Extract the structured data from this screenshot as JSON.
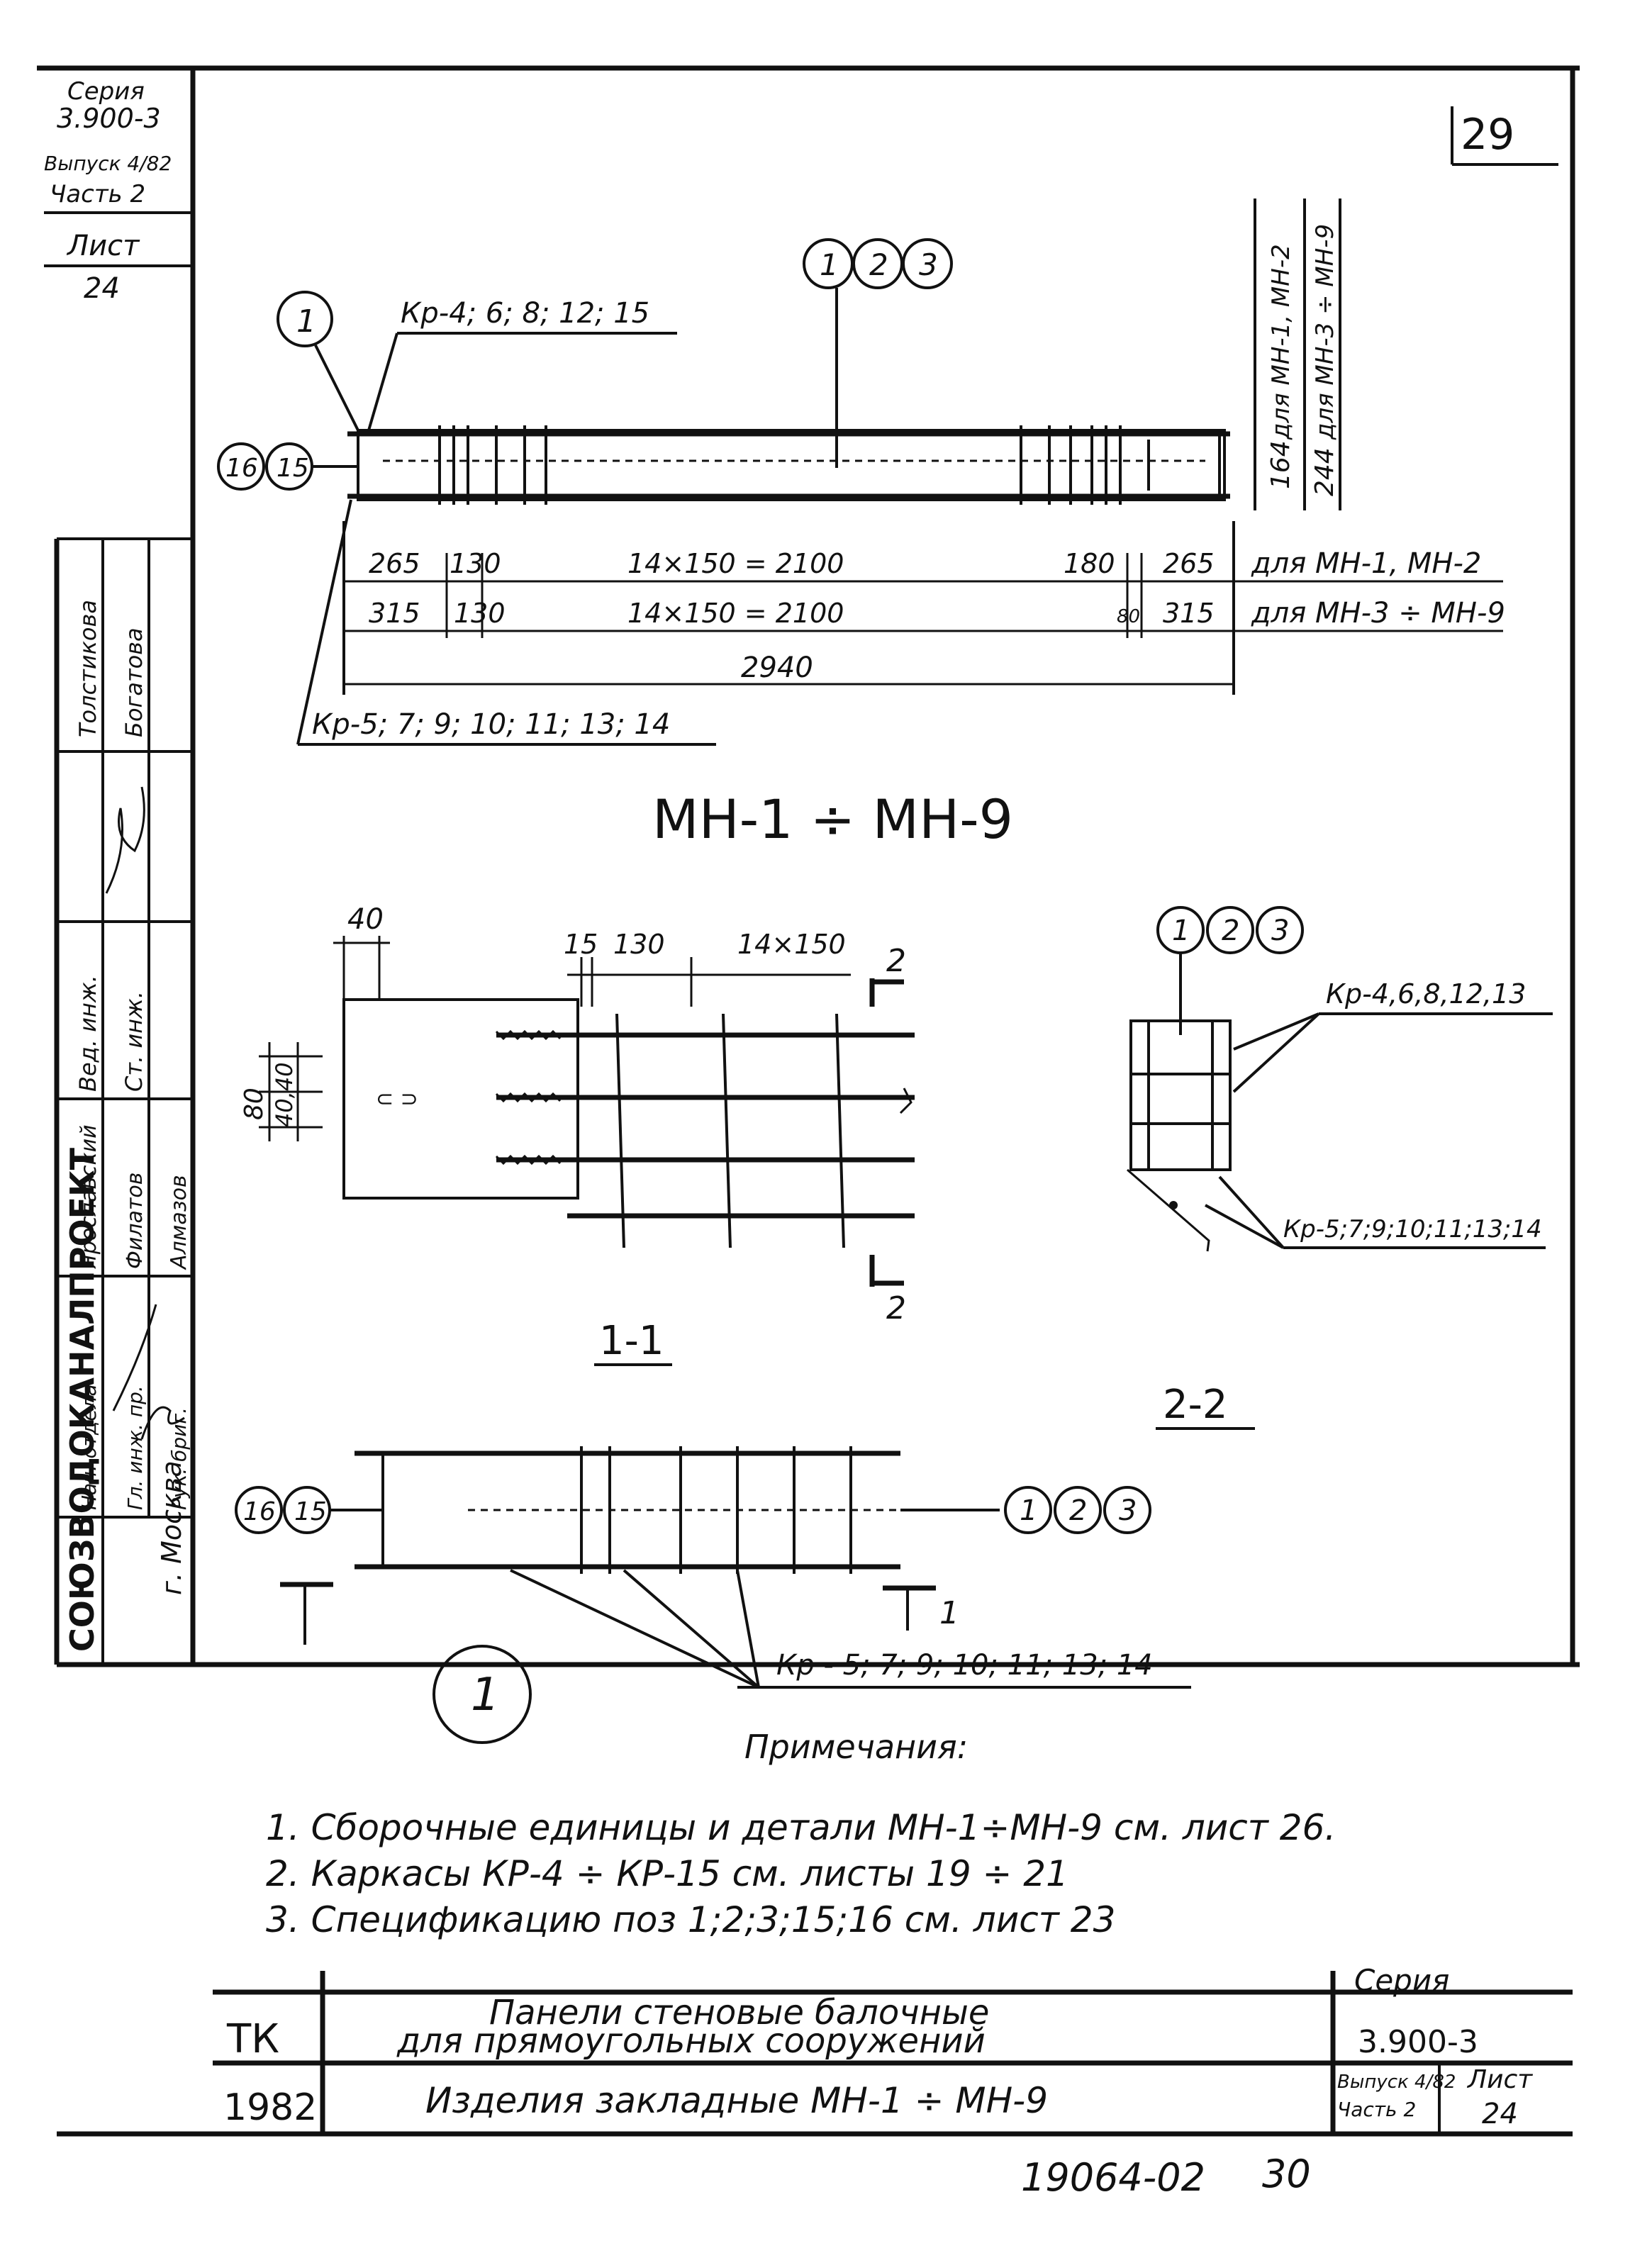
{
  "sheet_number": "29",
  "stamp": {
    "series_label": "Серия",
    "series_value": "3.900-3",
    "issue": "Выпуск 4/82",
    "part": "Часть 2",
    "sheet_label": "Лист",
    "sheet_value": "24"
  },
  "sidebar": {
    "names_1": [
      "Толстикова",
      "Богатова"
    ],
    "roles": [
      "Вед. инж.",
      "Ст. инж."
    ],
    "names_2": [
      "Ярославский",
      "Филатов",
      "Алмазов"
    ],
    "roles_2": [
      "Нач. отдела",
      "Гл. инж. пр.",
      "Рук. бриг."
    ],
    "org": "СОЮЗВОДОКАНАЛПРОЕКТ",
    "city": "г. Москва"
  },
  "top_view": {
    "callout_left": "1",
    "callout_top": [
      "1",
      "2",
      "3"
    ],
    "frames_top": "Кр-4; 6; 8; 12; 15",
    "frames_bottom": "Кр-5; 7; 9; 10; 11; 13; 14",
    "callout_left_pair": [
      "16",
      "15"
    ],
    "height_dims": [
      "164",
      "244"
    ],
    "height_notes": [
      "для МН-1, МН-2",
      "для МН-3 ÷ МН-9"
    ],
    "row1": [
      "265",
      "130",
      "14×150 = 2100",
      "180",
      "265",
      "для МН-1, МН-2"
    ],
    "row2": [
      "315",
      "130",
      "14×150 = 2100",
      "80",
      "315",
      "для МН-3 ÷ МН-9"
    ],
    "total": "2940"
  },
  "title": "МН-1 ÷ МН-9",
  "section_1_1": {
    "dim_40": "40",
    "dim_15": "15",
    "dim_130": "130",
    "dim_14x150": "14×150",
    "dim_80": "80",
    "dim_40_40": "40,40",
    "cut_mark": "2",
    "label": "1-1"
  },
  "section_2_2": {
    "callouts": [
      "1",
      "2",
      "3"
    ],
    "frames_top": "Кр-4,6,8,12,13",
    "frames_bottom": "Кр-5;7;9;10;11;13;14",
    "label": "2-2"
  },
  "plan_view": {
    "callout_left_pair": [
      "16",
      "15"
    ],
    "callouts_right": [
      "1",
      "2",
      "3"
    ],
    "cut_mark": "1",
    "frames": "Кр - 5; 7; 9; 10; 11; 13; 14",
    "big_callout": "1"
  },
  "notes": {
    "heading": "Примечания:",
    "items": [
      "1. Сборочные единицы и детали МН-1÷МН-9 см. лист 26.",
      "2. Каркасы КР-4 ÷ КР-15 см. листы 19 ÷ 21",
      "3. Спецификацию поз 1;2;3;15;16 см. лист 23"
    ]
  },
  "title_block": {
    "code": "ТК",
    "year": "1982",
    "title_line1": "Панели стеновые балочные",
    "title_line2": "для прямоугольных сооружений",
    "subtitle": "Изделия закладные МН-1 ÷ МН-9",
    "series_label": "Серия",
    "series_value": "3.900-3",
    "issue": "Выпуск 4/82",
    "part": "Часть 2",
    "sheet_label": "Лист",
    "sheet_value": "24"
  },
  "footer": {
    "drawing_number": "19064-02",
    "page": "30"
  }
}
